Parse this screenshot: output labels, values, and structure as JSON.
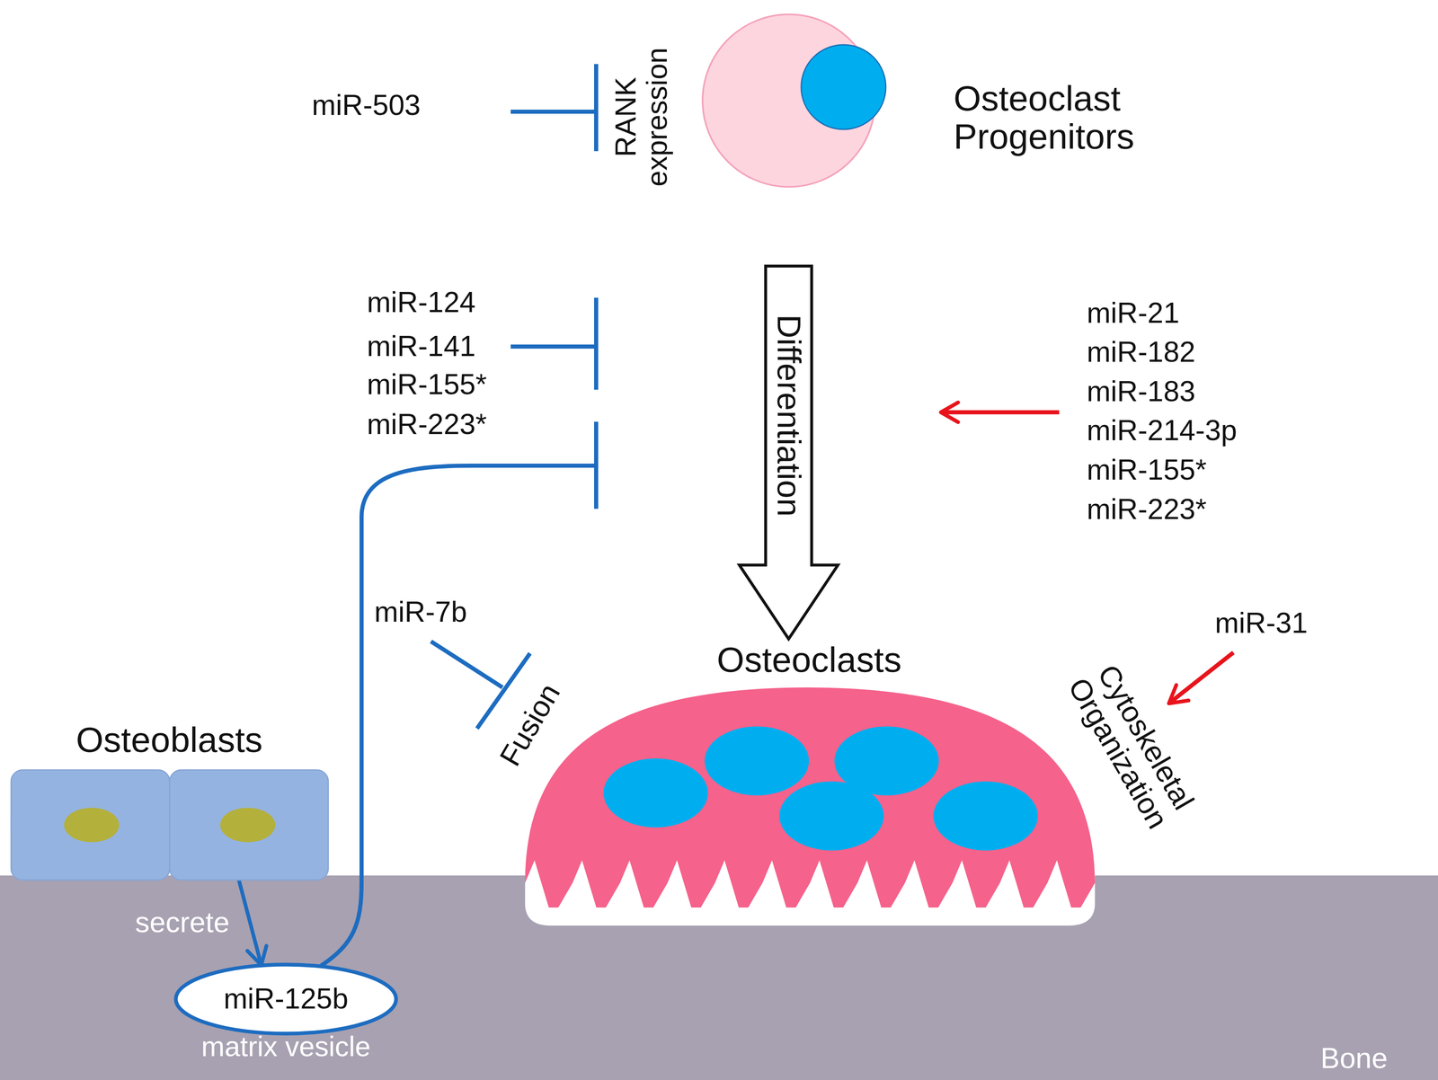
{
  "diagram": {
    "nodes": [
      {
        "text": [
          "Osteoclast Progenitors"
        ]
      },
      {
        "text": [
          "Osteoclasts"
        ]
      },
      {
        "text": [
          "Osteoblasts"
        ]
      },
      {
        "text": [
          "miR-125b",
          "matrix vesicle"
        ]
      }
    ],
    "edges": [
      {
        "from": 0,
        "to": 1,
        "label": "Differentiation",
        "arrow": "to"
      },
      {
        "from": 2,
        "to": 3,
        "label": "secrete",
        "arrow": "to"
      }
    ],
    "labels": [
      "miR-503",
      "RANK expression",
      "miR-124",
      "miR-141",
      "miR-155*",
      "miR-223*",
      "miR-21",
      "miR-182",
      "miR-183",
      "miR-214-3p",
      "miR-155*",
      "miR-223*",
      "miR-7b",
      "Fusion",
      "miR-31",
      "Cytoskeletal Organization",
      "Bone"
    ]
  }
}
